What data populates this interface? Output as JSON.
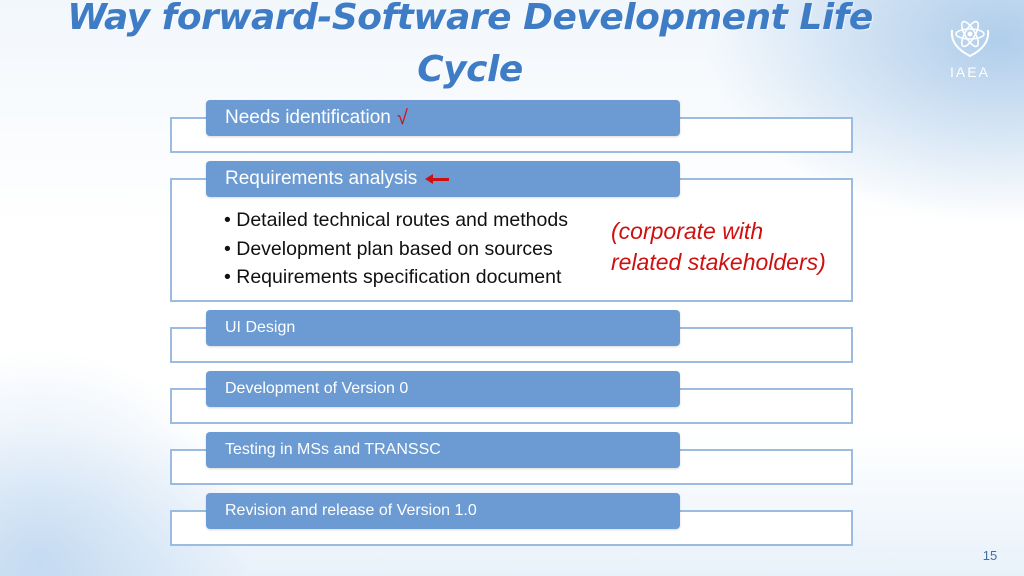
{
  "slide": {
    "title": "Way forward-Software Development Life Cycle",
    "page_number": "15"
  },
  "logo": {
    "text": "IAEA",
    "icon": "atom-olive-wreath-icon"
  },
  "stages": [
    {
      "label": "Needs identification",
      "mark": "√"
    },
    {
      "label": "Requirements analysis",
      "marker_icon": "left-arrow-icon",
      "details": [
        "Detailed technical routes and methods",
        "Development plan based on sources",
        "Requirements specification document"
      ]
    },
    {
      "label": "UI Design"
    },
    {
      "label": "Development of Version 0"
    },
    {
      "label": "Testing in MSs and TRANSSC"
    },
    {
      "label": "Revision and release of Version 1.0"
    }
  ],
  "note": {
    "line1": "(corporate with",
    "line2": "related stakeholders)"
  },
  "colors": {
    "title": "#3f7cc6",
    "pill": "#6b9bd2",
    "frame_border": "#9bbbe0",
    "accent_red": "#d01010"
  }
}
